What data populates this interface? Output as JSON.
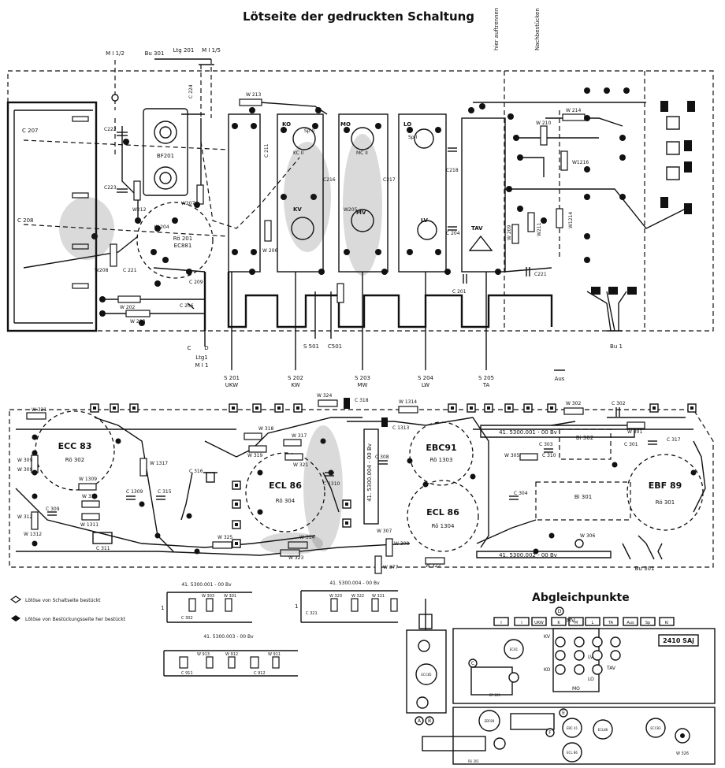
{
  "title": "Lötseite der gedruckten Schaltung",
  "top_notes": {
    "cut": "hier auftrennen",
    "retrofit": "Nachbestücken"
  },
  "top_connections": {
    "mi_left": "M I 1/2",
    "bu301": "Bu 301",
    "ltg201": "Ltg 201",
    "mi_right": "M I 1/5",
    "ltg1": "Ltg1",
    "mi1": "M I 1",
    "c_label": "C",
    "cd_label": "D"
  },
  "switch_labels": [
    {
      "code": "S 201",
      "name": "UKW"
    },
    {
      "code": "S 202",
      "name": "KW"
    },
    {
      "code": "S 203",
      "name": "MW"
    },
    {
      "code": "S 204",
      "name": "LW"
    },
    {
      "code": "S 205",
      "name": "TA"
    },
    {
      "code": "",
      "name": "Aus"
    }
  ],
  "s501": "S 501",
  "c501": "C501",
  "bu1": "Bu 1",
  "upper_parts": {
    "c207": "C 207",
    "c208": "C 208",
    "c222": "C222",
    "c223": "C223",
    "c224": "C 224",
    "w213": "W 213",
    "w212": "W212",
    "w207": "W207",
    "w203": "W 203",
    "w208": "W208",
    "w202": "W 202",
    "w206": "W 206",
    "c221": "C 221",
    "c209": "C 209",
    "c206": "C 206",
    "bf201": "BF201",
    "ro201": "Rö 201",
    "ec881": "EC881",
    "w204": "W 204",
    "c211": "C 211",
    "c216": "C216",
    "c217": "C217",
    "c218": "C218",
    "c204": "C 204",
    "c201": "C 201",
    "w205": "W205",
    "w211": "W211",
    "w1214": "W1214",
    "w214": "W 214",
    "w1216": "W1216",
    "w210": "W 210",
    "c221b": "C221",
    "w209": "W 209",
    "ko": "KO",
    "mo": "MO",
    "lo": "LO",
    "kv": "KV",
    "mv": "MV",
    "lv": "LV",
    "tav": "TAV",
    "c_sp": "Sp I",
    "c_spii": "Sp II",
    "c_kcii": "KC II",
    "c_mcii": "MC II"
  },
  "tubes": [
    {
      "type": "ECC 83",
      "ref": "Rö 302"
    },
    {
      "type": "ECL 86",
      "ref": "Rö 304"
    },
    {
      "type": "EBC91",
      "ref": "Rö 1303"
    },
    {
      "type": "ECL 86",
      "ref": "Rö 1304"
    },
    {
      "type": "EBF 89",
      "ref": "Rö 301"
    }
  ],
  "lower_parts": {
    "w321": "W 321",
    "w309": "W 309",
    "w312": "W 312",
    "w1312": "W 1312",
    "c309": "C 309",
    "w1309": "W 1309",
    "w311": "W 311",
    "w1311": "W 1311",
    "c311": "C 311",
    "c1309": "C 1309",
    "c315": "C 315",
    "c316": "C 316",
    "w1317": "W 1317",
    "w318": "W 318",
    "w319": "W 319",
    "w317": "W 317",
    "w321b": "W 321",
    "c1310": "C 1310",
    "w325": "W 325",
    "w323": "W 323",
    "w314": "W 314",
    "w324": "W 324",
    "c318": "C 318",
    "w1314": "W 1314",
    "c1313": "C 1313",
    "c308": "C 308",
    "w307": "W 307",
    "w308": "W 308",
    "w322": "W 322",
    "w377": "W 377",
    "w302": "W 302",
    "c302": "C 302",
    "w301": "W 301",
    "c303": "C 303",
    "c310": "C 310",
    "w305": "W 305",
    "c304": "C 304",
    "c301": "C 301",
    "c317": "C 317",
    "bi302": "Bi 302",
    "bi301": "Bi 301",
    "w306": "W 306",
    "bu301": "Bu 301",
    "c321": "C 321"
  },
  "module_labels": {
    "m001": "41. 5300.001 - 00 Bv",
    "m004": "41. 5300.004 - 00 Bv",
    "m002": "41. 5300.002 - 00 Bv",
    "m003": "41. 5300.003 - 00 Bv"
  },
  "legend": [
    {
      "symbol": "hollow-arrow",
      "text": "Lötöse von Schaltseite bestückt"
    },
    {
      "symbol": "filled-arrow",
      "text": "Lötöse von Bestückungsseite her bestückt"
    }
  ],
  "module_parts": {
    "a": [
      "C 302",
      "W 303",
      "W 301"
    ],
    "b": [
      "C 321",
      "W 323",
      "W 322",
      "W 321"
    ],
    "c": [
      "C 911",
      "W 913",
      "W 912",
      "C 912",
      "W 911"
    ],
    "row_marker": "1"
  },
  "alignment": {
    "title": "Abgleichpunkte",
    "buttons": [
      "I",
      "I",
      "UKW",
      "K",
      "M",
      "L",
      "TA",
      "Aus",
      "Sp",
      "Kl"
    ],
    "id_label": "2410 SAj",
    "points": [
      "KV",
      "MV",
      "LV",
      "TAV",
      "KO",
      "MO",
      "LO"
    ],
    "circles": {
      "c1": "EC81",
      "c2": "ECC85",
      "c3": "EBF89",
      "c4": "EBC 41",
      "c5": "ECL86",
      "c6": "ECL 86",
      "c7": "ECC83",
      "w326": "W 326",
      "bf201": "BF 201",
      "ro201": "Rö 201"
    },
    "letters": [
      "A",
      "B",
      "C",
      "D",
      "E",
      "F"
    ]
  }
}
